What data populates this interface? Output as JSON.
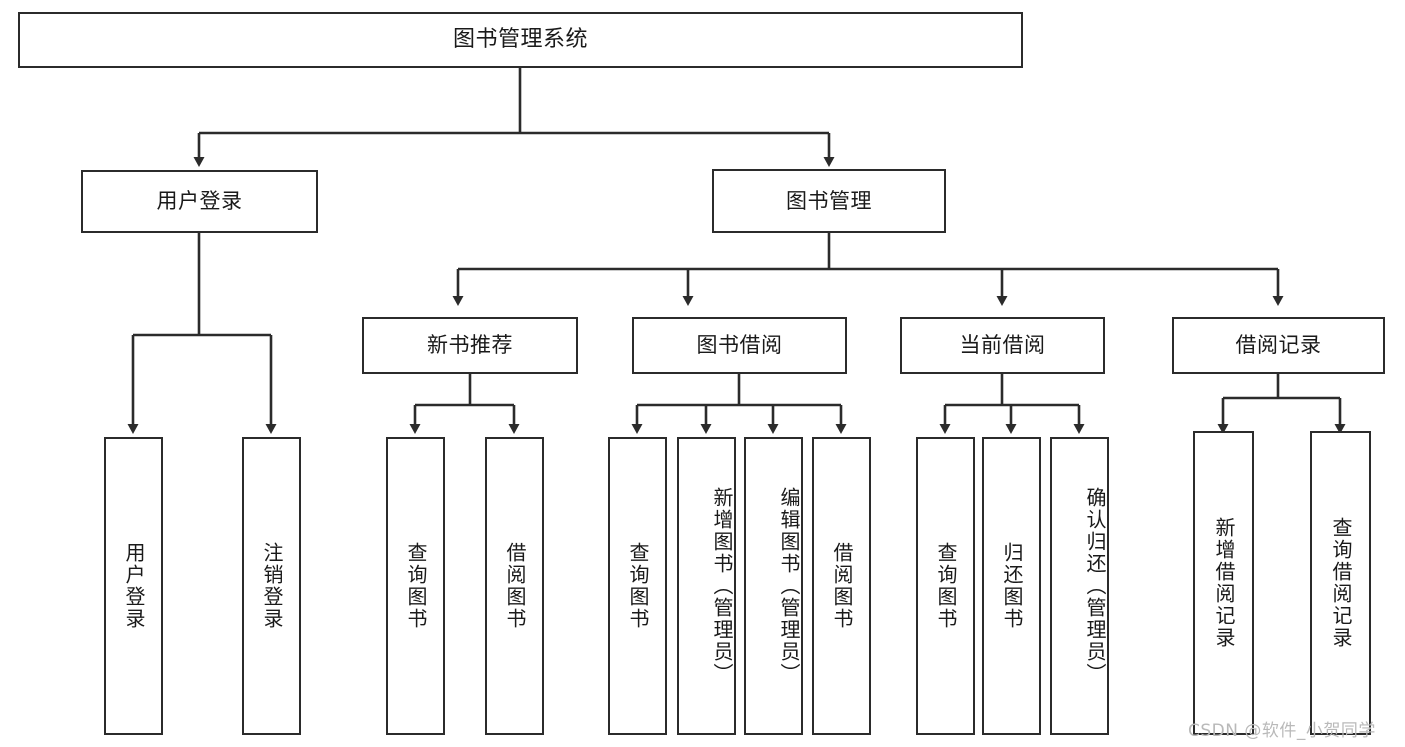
{
  "diagram": {
    "type": "hierarchy-tree",
    "title": "图书管理系统",
    "root": {
      "label": "图书管理系统"
    },
    "level1": [
      {
        "id": "user-login",
        "label": "用户登录"
      },
      {
        "id": "book-manage",
        "label": "图书管理"
      }
    ],
    "level2": [
      {
        "id": "new-book-recommend",
        "label": "新书推荐",
        "parent": "book-manage"
      },
      {
        "id": "book-borrow",
        "label": "图书借阅",
        "parent": "book-manage"
      },
      {
        "id": "current-borrow",
        "label": "当前借阅",
        "parent": "book-manage"
      },
      {
        "id": "borrow-record",
        "label": "借阅记录",
        "parent": "book-manage"
      }
    ],
    "leaves": {
      "user_login": [
        {
          "id": "leaf-user-login",
          "label": "用户登录"
        },
        {
          "id": "leaf-user-logout",
          "label": "注销登录"
        }
      ],
      "new_book_recommend": [
        {
          "id": "leaf-query-book-1",
          "label": "查询图书"
        },
        {
          "id": "leaf-borrow-book-1",
          "label": "借阅图书"
        }
      ],
      "book_borrow": [
        {
          "id": "leaf-query-book-2",
          "label": "查询图书"
        },
        {
          "id": "leaf-add-book-admin",
          "label": "新增图书（管理员）"
        },
        {
          "id": "leaf-edit-book-admin",
          "label": "编辑图书（管理员）"
        },
        {
          "id": "leaf-borrow-book-2",
          "label": "借阅图书"
        }
      ],
      "current_borrow": [
        {
          "id": "leaf-query-book-3",
          "label": "查询图书"
        },
        {
          "id": "leaf-return-book",
          "label": "归还图书"
        },
        {
          "id": "leaf-confirm-return-admin",
          "label": "确认归还（管理员）"
        }
      ],
      "borrow_record": [
        {
          "id": "leaf-add-borrow-record",
          "label": "新增借阅记录"
        },
        {
          "id": "leaf-query-borrow-record",
          "label": "查询借阅记录"
        }
      ]
    },
    "watermark": "CSDN @软件_小贺同学",
    "colors": {
      "stroke": "#2b2b2b",
      "background": "#ffffff",
      "text": "#1a1a1a",
      "watermark": "#b9b9b9"
    }
  }
}
